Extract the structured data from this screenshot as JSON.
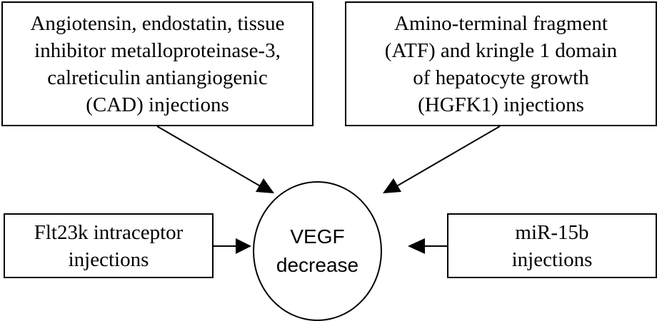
{
  "diagram": {
    "nodes": {
      "cad": {
        "label": "Angiotensin, endostatin, tissue\ninhibitor metalloproteinase-3,\ncalreticulin antiangiogenic\n(CAD) injections"
      },
      "hgfk1": {
        "label": "Amino-terminal fragment\n(ATF) and kringle 1 domain\nof hepatocyte growth\n(HGFK1) injections"
      },
      "flt23k": {
        "label": "Flt23k intraceptor\ninjections"
      },
      "mir15b": {
        "label": "miR-15b\ninjections"
      },
      "vegf": {
        "label": "VEGF\ndecrease"
      }
    },
    "edges": [
      {
        "from": "cad",
        "to": "vegf"
      },
      {
        "from": "hgfk1",
        "to": "vegf"
      },
      {
        "from": "flt23k",
        "to": "vegf"
      },
      {
        "from": "mir15b",
        "to": "vegf"
      }
    ]
  }
}
